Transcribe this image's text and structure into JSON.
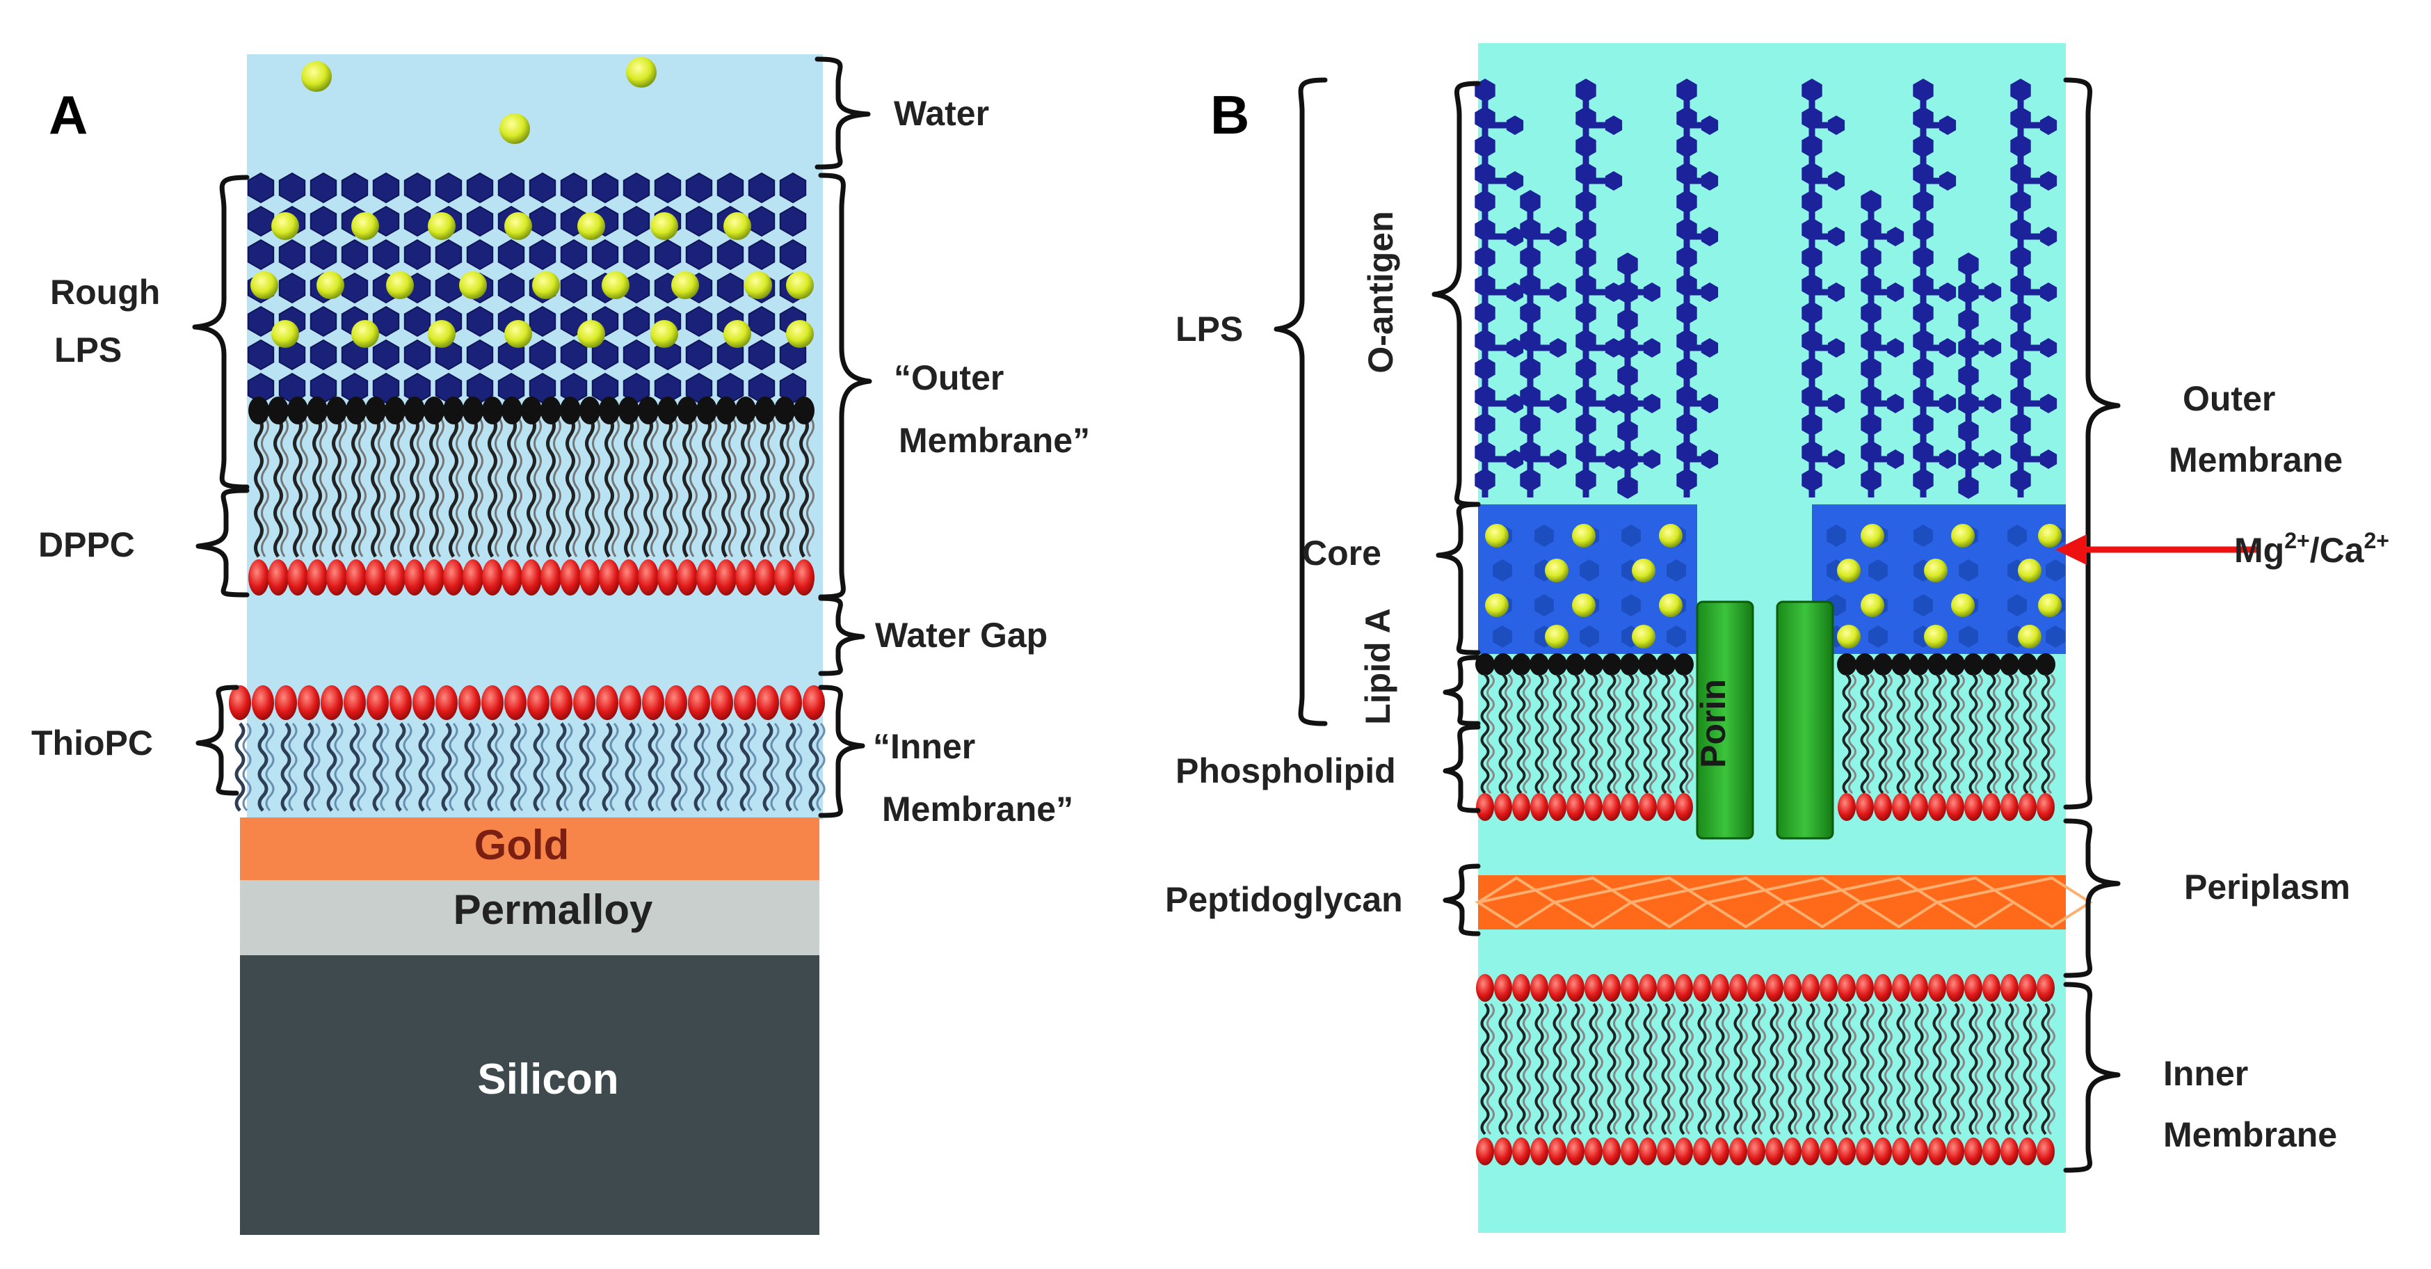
{
  "panel_a": {
    "letter": "A",
    "left_labels": {
      "rough_lps_1": "Rough",
      "rough_lps_2": "LPS",
      "dppc": "DPPC",
      "thiopc": "ThioPC"
    },
    "right_labels": {
      "water": "Water",
      "outer_membrane_1": "“Outer",
      "outer_membrane_2": "Membrane”",
      "water_gap": "Water Gap",
      "inner_membrane_1": "“Inner",
      "inner_membrane_2": "Membrane”"
    },
    "substrate": {
      "gold": "Gold",
      "permalloy": "Permalloy",
      "silicon": "Silicon"
    },
    "colors": {
      "water": "#b9e3f3",
      "gold": "#f7854a",
      "permalloy": "#c8cfcc",
      "silicon": "#3f4a4e"
    }
  },
  "panel_b": {
    "letter": "B",
    "left_labels": {
      "lps": "LPS",
      "o_antigen": "O-antigen",
      "core": "Core",
      "lipid_a": "Lipid A",
      "phospholipid": "Phospholipid",
      "peptidoglycan": "Peptidoglycan"
    },
    "porin": "Porin",
    "right_labels": {
      "outer_membrane_1": "Outer",
      "outer_membrane_2": "Membrane",
      "ions_mg": "Mg",
      "ions_sup1": "2+",
      "ions_ca": "/Ca",
      "ions_sup2": "2+",
      "periplasm": "Periplasm",
      "inner_membrane_1": "Inner",
      "inner_membrane_2": "Membrane"
    },
    "colors": {
      "background": "#8ff5e6",
      "o_antigen": "#1c229a",
      "core": "#2a62e6",
      "porin": "#22a82a",
      "peptidoglycan": "#ff6a1a",
      "arrow": "#e11"
    }
  }
}
